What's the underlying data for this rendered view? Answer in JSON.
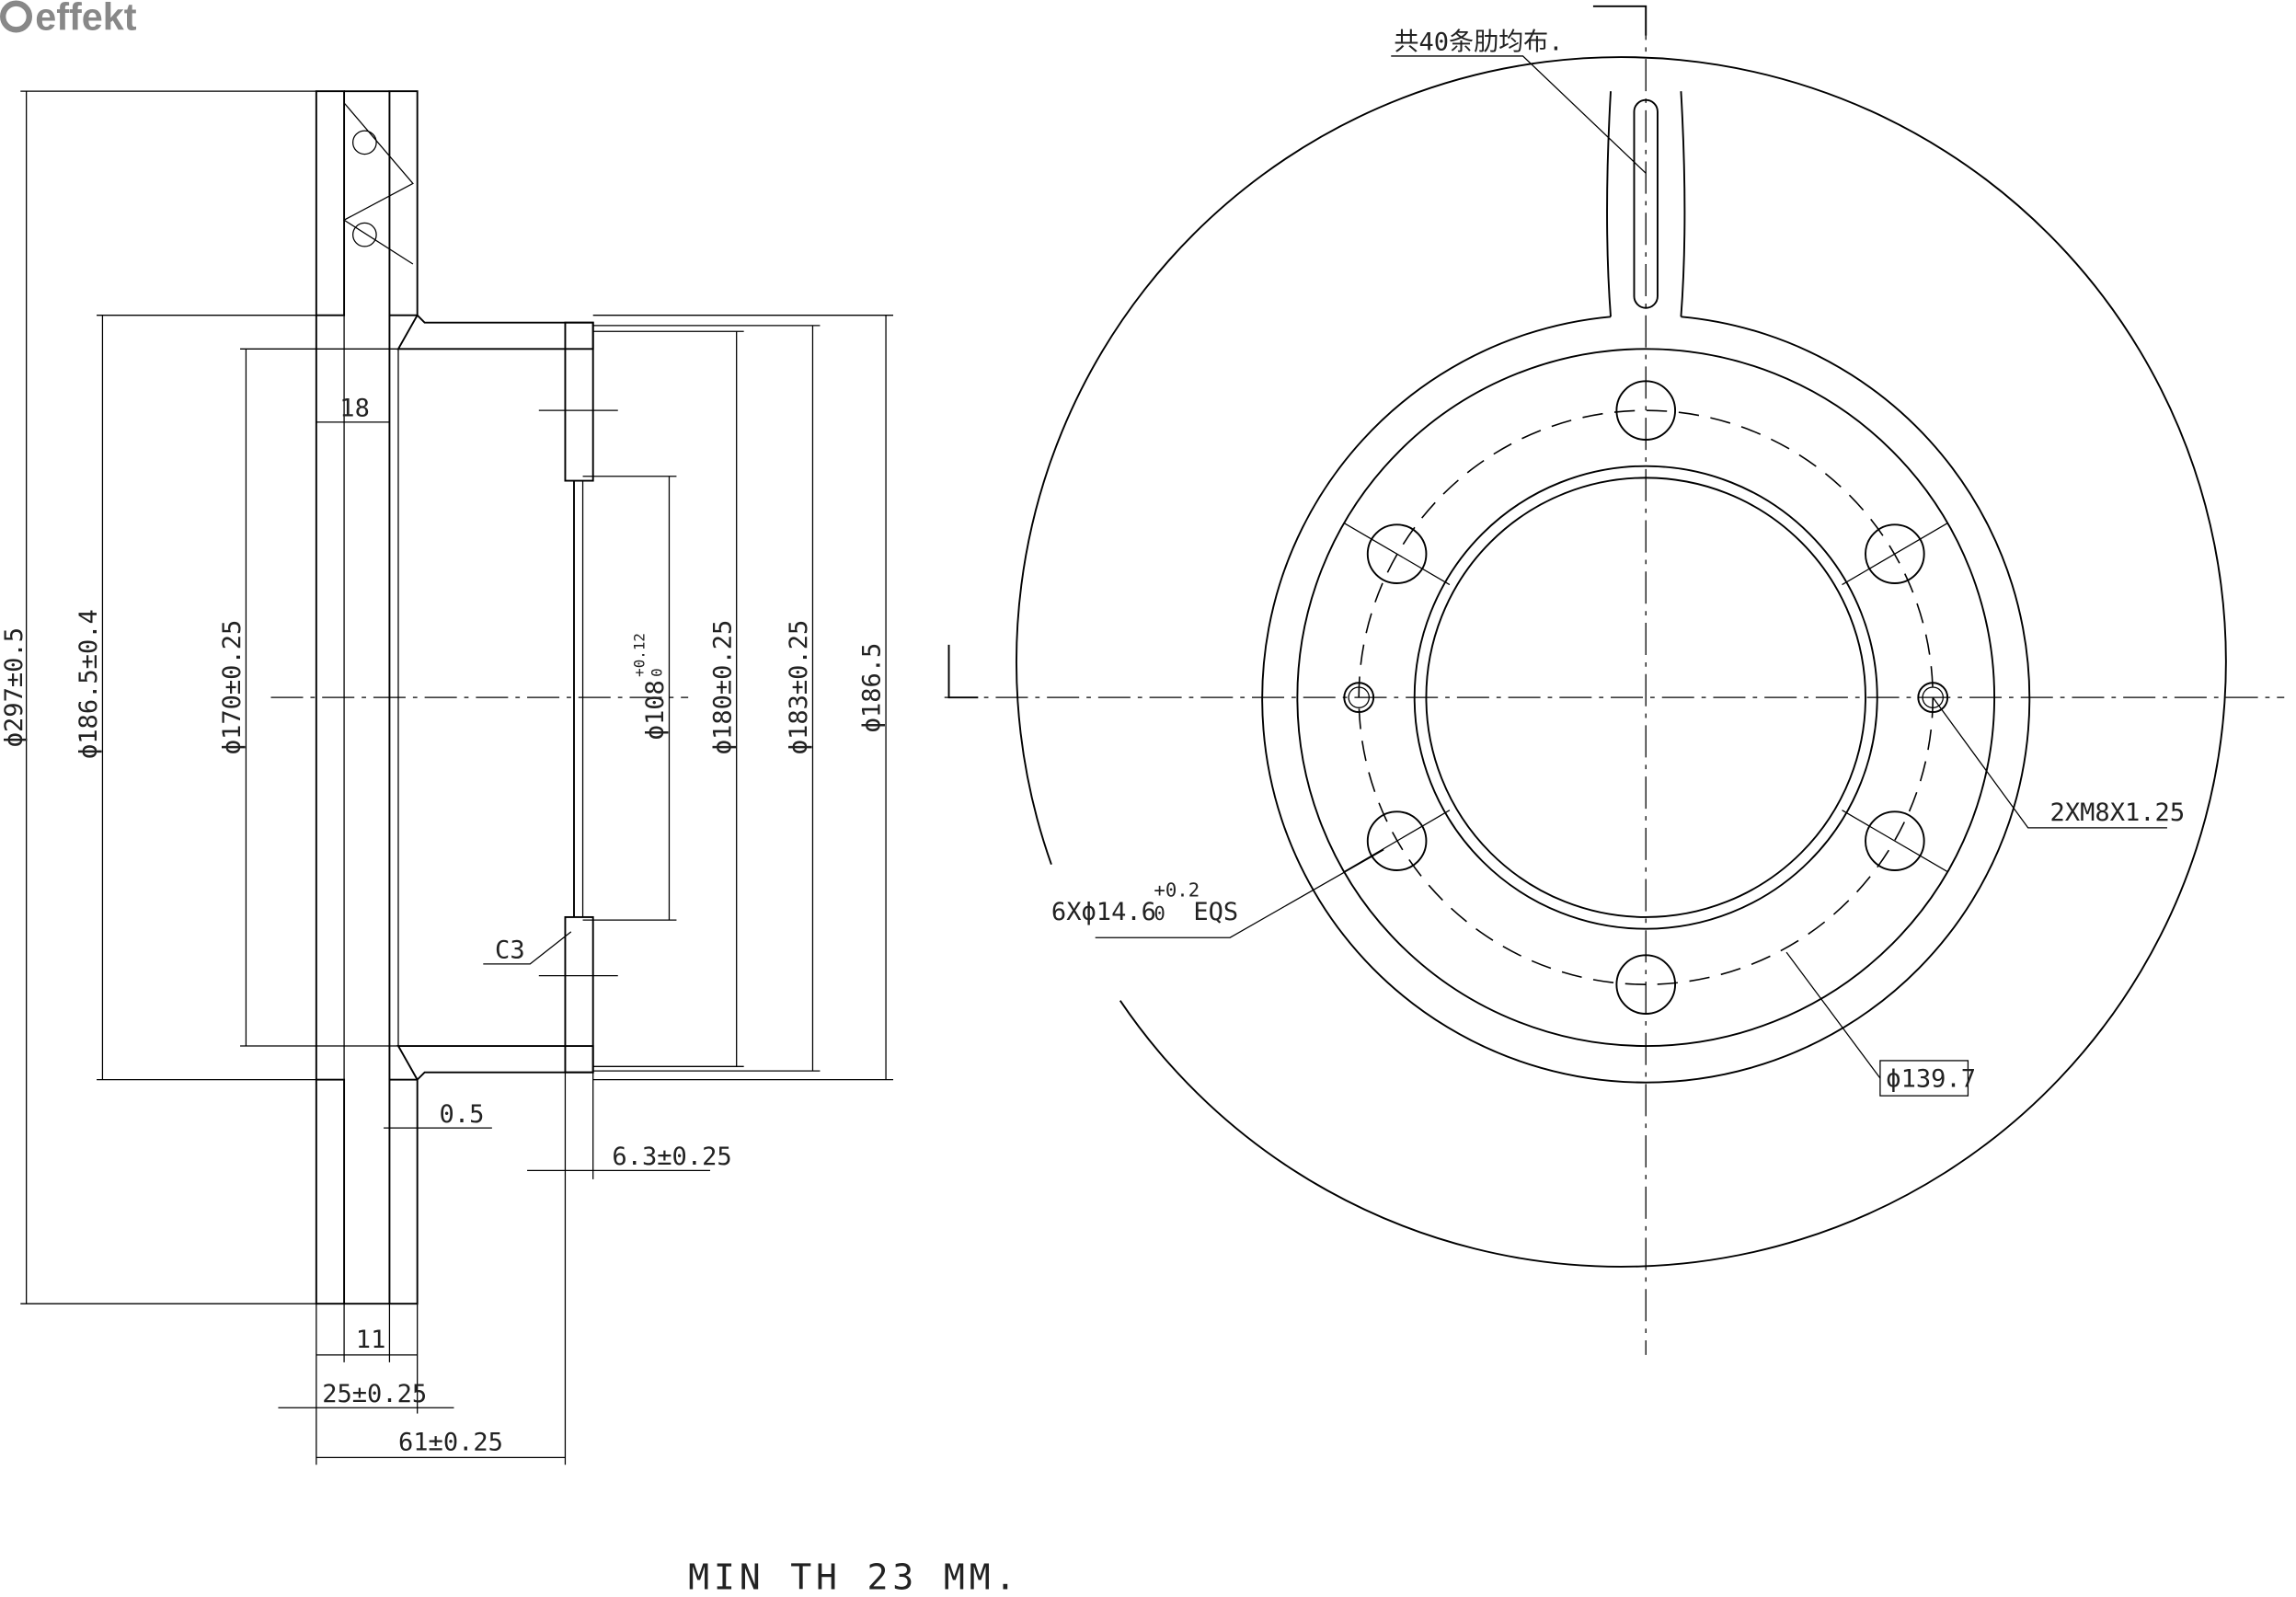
{
  "logo": {
    "text": "effekt",
    "color": "#888888"
  },
  "side_view": {
    "dims": {
      "d297": "ϕ297±0.5",
      "d186_5_tol": "ϕ186.5±0.4",
      "d170": "ϕ170±0.25",
      "d108": "ϕ108",
      "d108_tol_plus": "+0.12",
      "d108_tol_zero": "0",
      "d180": "ϕ180±0.25",
      "d183": "ϕ183±0.25",
      "d186_5": "ϕ186.5",
      "w18": "18",
      "w11": "11",
      "w25": "25±0.25",
      "w61": "61±0.25",
      "w0_5": "0.5",
      "w6_3": "6.3±0.25",
      "chamfer": "C3"
    }
  },
  "front_view": {
    "rib_note": "共40条肋均布.",
    "thread_note": "2XM8X1.25",
    "hole_note": "6Xϕ14.6",
    "hole_tol_plus": "+0.2",
    "hole_tol_zero": "0",
    "hole_eqs": "EQS",
    "pcd": "ϕ139.7"
  },
  "min_thickness": "MIN TH 23 MM."
}
